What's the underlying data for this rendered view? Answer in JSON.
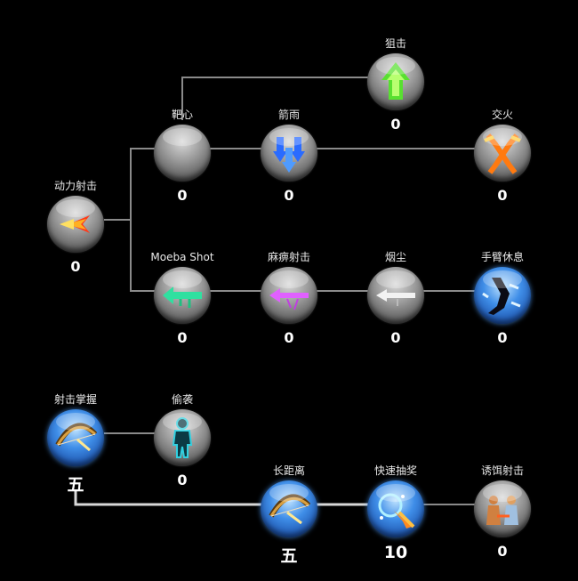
{
  "skills": {
    "power_shot": {
      "label": "动力射击",
      "level": "0"
    },
    "target_heart": {
      "label": "靶心",
      "level": "0"
    },
    "arrow_rain": {
      "label": "箭雨",
      "level": "0"
    },
    "snipe": {
      "label": "狙击",
      "level": "0"
    },
    "crossfire": {
      "label": "交火",
      "level": "0"
    },
    "moeba_shot": {
      "label": "Moeba Shot",
      "level": "0"
    },
    "paralyze_shot": {
      "label": "麻痹射击",
      "level": "0"
    },
    "smoke_dust": {
      "label": "烟尘",
      "level": "0"
    },
    "arm_rest": {
      "label": "手臂休息",
      "level": "0"
    },
    "shooting_mastery": {
      "label": "射击掌握",
      "level": "五"
    },
    "sneak_attack": {
      "label": "偷袭",
      "level": "0"
    },
    "long_range": {
      "label": "长距离",
      "level": "五"
    },
    "quick_draw": {
      "label": "快速抽奖",
      "level": "10"
    },
    "decoy_shot": {
      "label": "诱饵射击",
      "level": "0"
    }
  }
}
